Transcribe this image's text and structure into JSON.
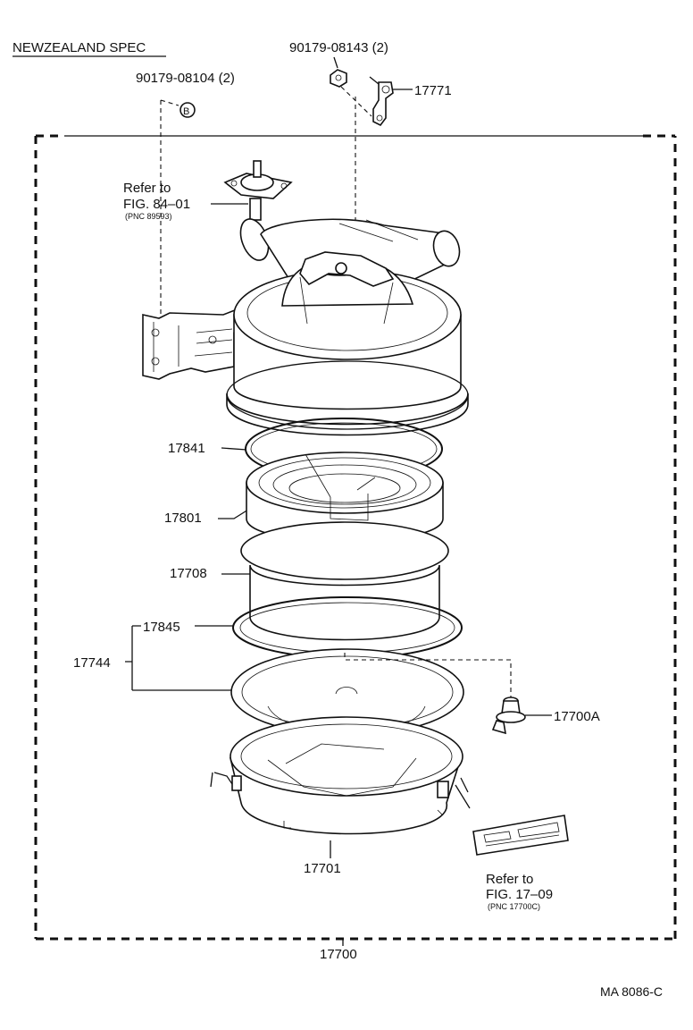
{
  "header": {
    "spec": "NEWZEALAND SPEC"
  },
  "callouts": {
    "bolt_8104": "90179-08104 (2)",
    "nut_8143": "90179-08143 (2)",
    "bracket": "17771",
    "ring_17841": "17841",
    "element_17801": "17801",
    "element_17708": "17708",
    "gasket_17845": "17845",
    "group_17744": "17744",
    "valve_17700A": "17700A",
    "case_17701": "17701",
    "assembly": "17700"
  },
  "references": {
    "top": {
      "refer": "Refer to",
      "fig": "FIG. 84–01",
      "pnc": "(PNC 89593)"
    },
    "bottom": {
      "refer": "Refer to",
      "fig": "FIG. 17–09",
      "pnc": "(PNC 17700C)"
    }
  },
  "bolt_mark": "B",
  "footer": {
    "code": "MA 8086-C"
  }
}
